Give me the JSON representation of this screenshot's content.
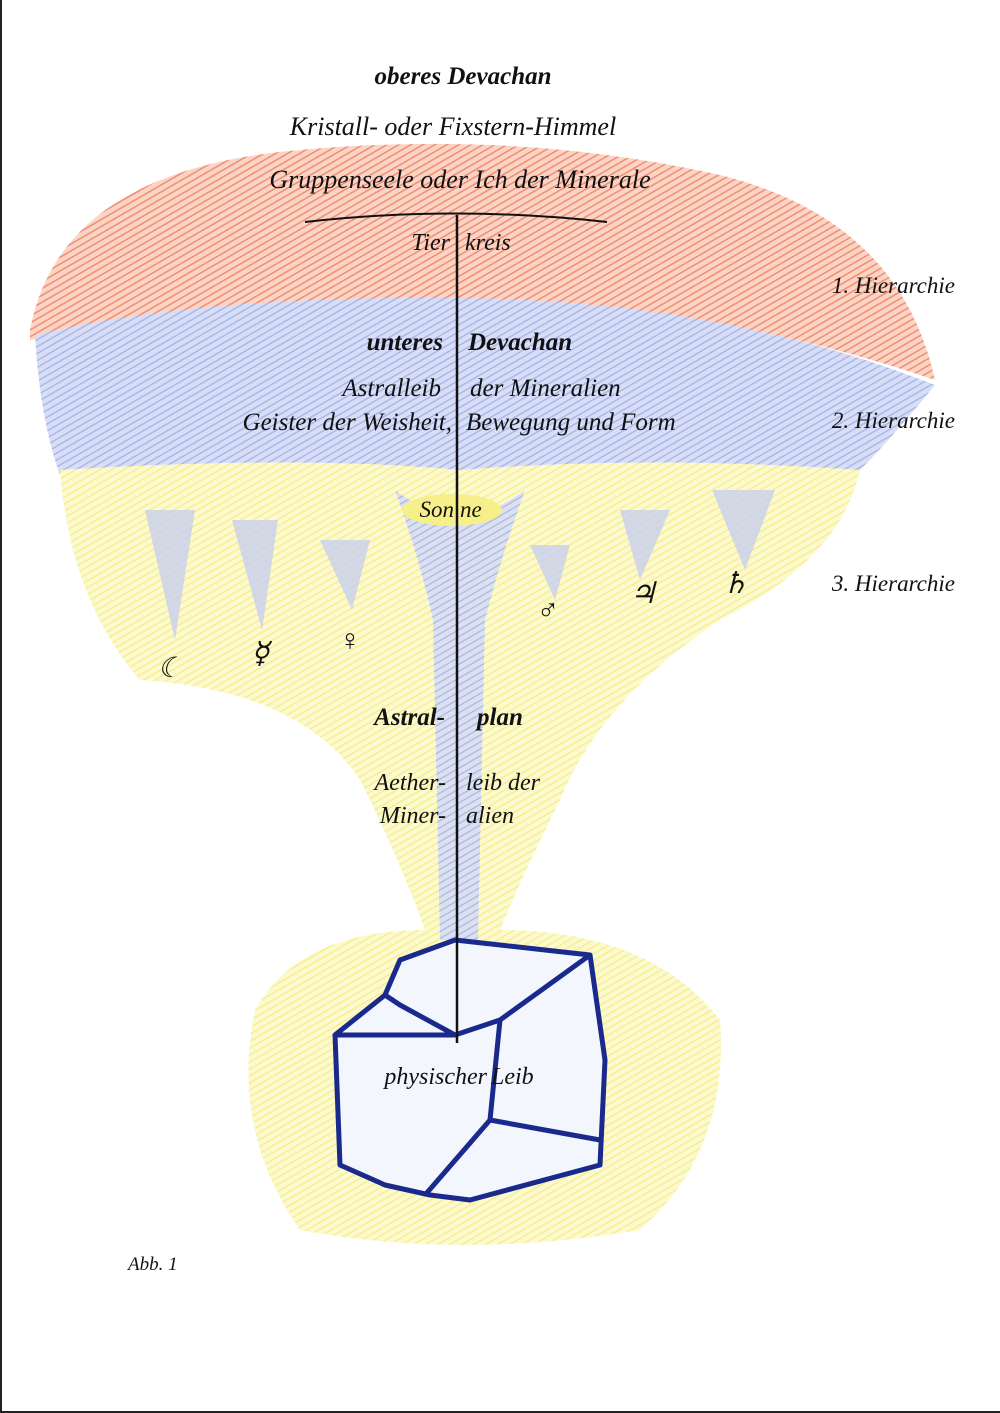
{
  "title": "oberes Devachan",
  "subtitle1": "Kristall- oder Fixstern-Himmel",
  "subtitle2": "Gruppenseele oder Ich der Minerale",
  "zodiac": {
    "left": "Tier",
    "right": "kreis"
  },
  "hierarchy1": "1. Hierarchie",
  "lower_devachan": {
    "left": "unteres",
    "right": "Devachan"
  },
  "astral_body": {
    "left": "Astralleib",
    "right": "der Mineralien"
  },
  "spirits": {
    "left": "Geister der Weisheit,",
    "right": "Bewegung und Form"
  },
  "hierarchy2": "2. Hierarchie",
  "sun": {
    "left": "Son",
    "right": "ne"
  },
  "hierarchy3": "3. Hierarchie",
  "planets": {
    "moon": "☾",
    "mercury": "☿",
    "venus": "♀",
    "mars": "♂",
    "jupiter": "♃",
    "saturn": "♄"
  },
  "astral_plane": {
    "left": "Astral-",
    "right": "plan"
  },
  "ether_body": {
    "l1": "Aether-",
    "r1": "leib der",
    "l2": "Miner-",
    "r2": "alien"
  },
  "physical_body": {
    "left": "physischer",
    "right": "Leib"
  },
  "caption": "Abb. 1",
  "colors": {
    "red": "#f4a48c",
    "blue": "#b8c4ee",
    "yellow": "#f7f08a",
    "crystal": "#1a2a8c"
  }
}
